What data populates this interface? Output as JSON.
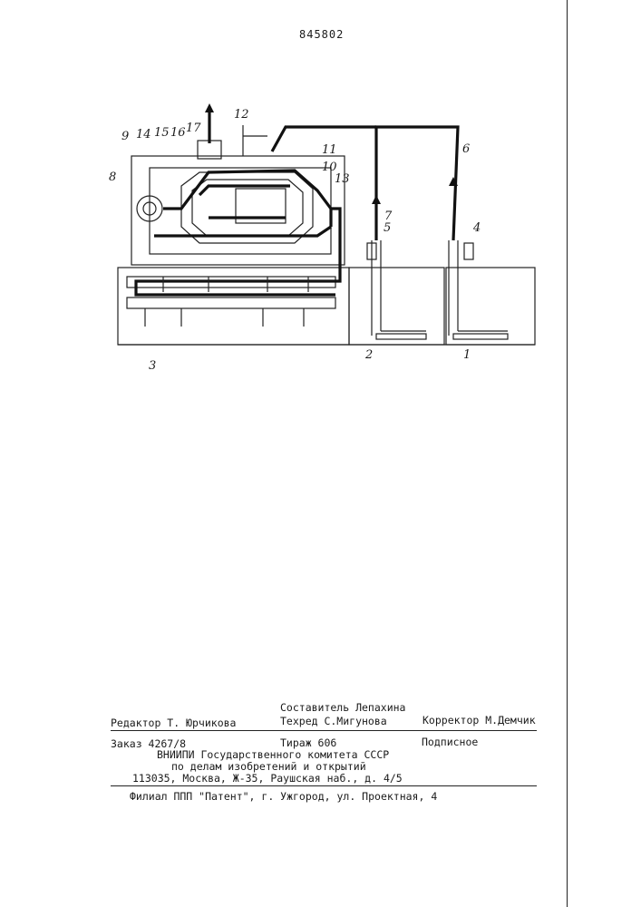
{
  "patent_number": "845802",
  "figure_labels": {
    "l1": "1",
    "l2": "2",
    "l3": "3",
    "l4": "4",
    "l5": "5",
    "l6": "6",
    "l7": "7",
    "l8": "8",
    "l9": "9",
    "l10": "10",
    "l11": "11",
    "l12": "12",
    "l13": "13",
    "l14": "14",
    "l15": "15",
    "l16": "16",
    "l17": "17"
  },
  "footer": {
    "sostavitel": "Составитель      Лепахина",
    "redaktor": "Редактор Т. Юрчикова",
    "tehred": "Техред С.Мигунова",
    "korrektor": "Корректор М.Демчик",
    "zakaz": "Заказ 4267/8",
    "tirazh": "Тираж 606",
    "podpisnoe": "Подписное",
    "vniipi": "ВНИИПИ Государственного комитета СССР",
    "po_delam": "по делам изобретений и открытий",
    "address": "113035, Москва, Ж-35, Раушская наб., д. 4/5",
    "filial": "Филиал ППП \"Патент\", г. Ужгород, ул. Проектная, 4"
  }
}
